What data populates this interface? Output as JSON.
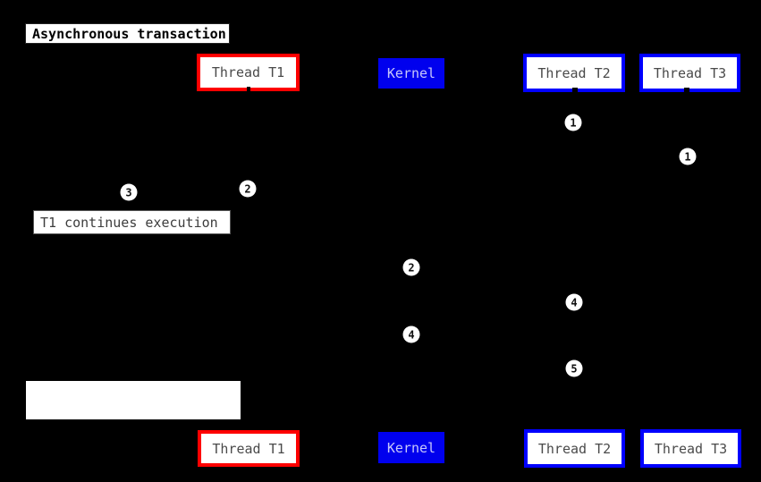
{
  "diagram": {
    "title": "Asynchronous transaction",
    "type": "sequence-diagram"
  },
  "notes": {
    "t1_continues": "T1 continues execution",
    "blank": ""
  },
  "participants": [
    {
      "label": "Thread T1",
      "style": "red"
    },
    {
      "label": "Kernel",
      "style": "kernel"
    },
    {
      "label": "Thread T2",
      "style": "blue"
    },
    {
      "label": "Thread T3",
      "style": "blue"
    }
  ],
  "badges": [
    {
      "label": "1"
    },
    {
      "label": "1"
    },
    {
      "label": "2"
    },
    {
      "label": "3"
    },
    {
      "label": "2"
    },
    {
      "label": "4"
    },
    {
      "label": "4"
    },
    {
      "label": "5"
    }
  ],
  "colors": {
    "background": "#000000",
    "note_bg": "#ffffff",
    "title_text": "#000000",
    "participant_text": "#4a4a4a",
    "red_border": "#fe0000",
    "blue_border": "#0000ff",
    "kernel_bg": "#0000ee",
    "kernel_text": "#c8c8fa",
    "badge_bg": "#ffffff",
    "badge_text": "#111111"
  }
}
